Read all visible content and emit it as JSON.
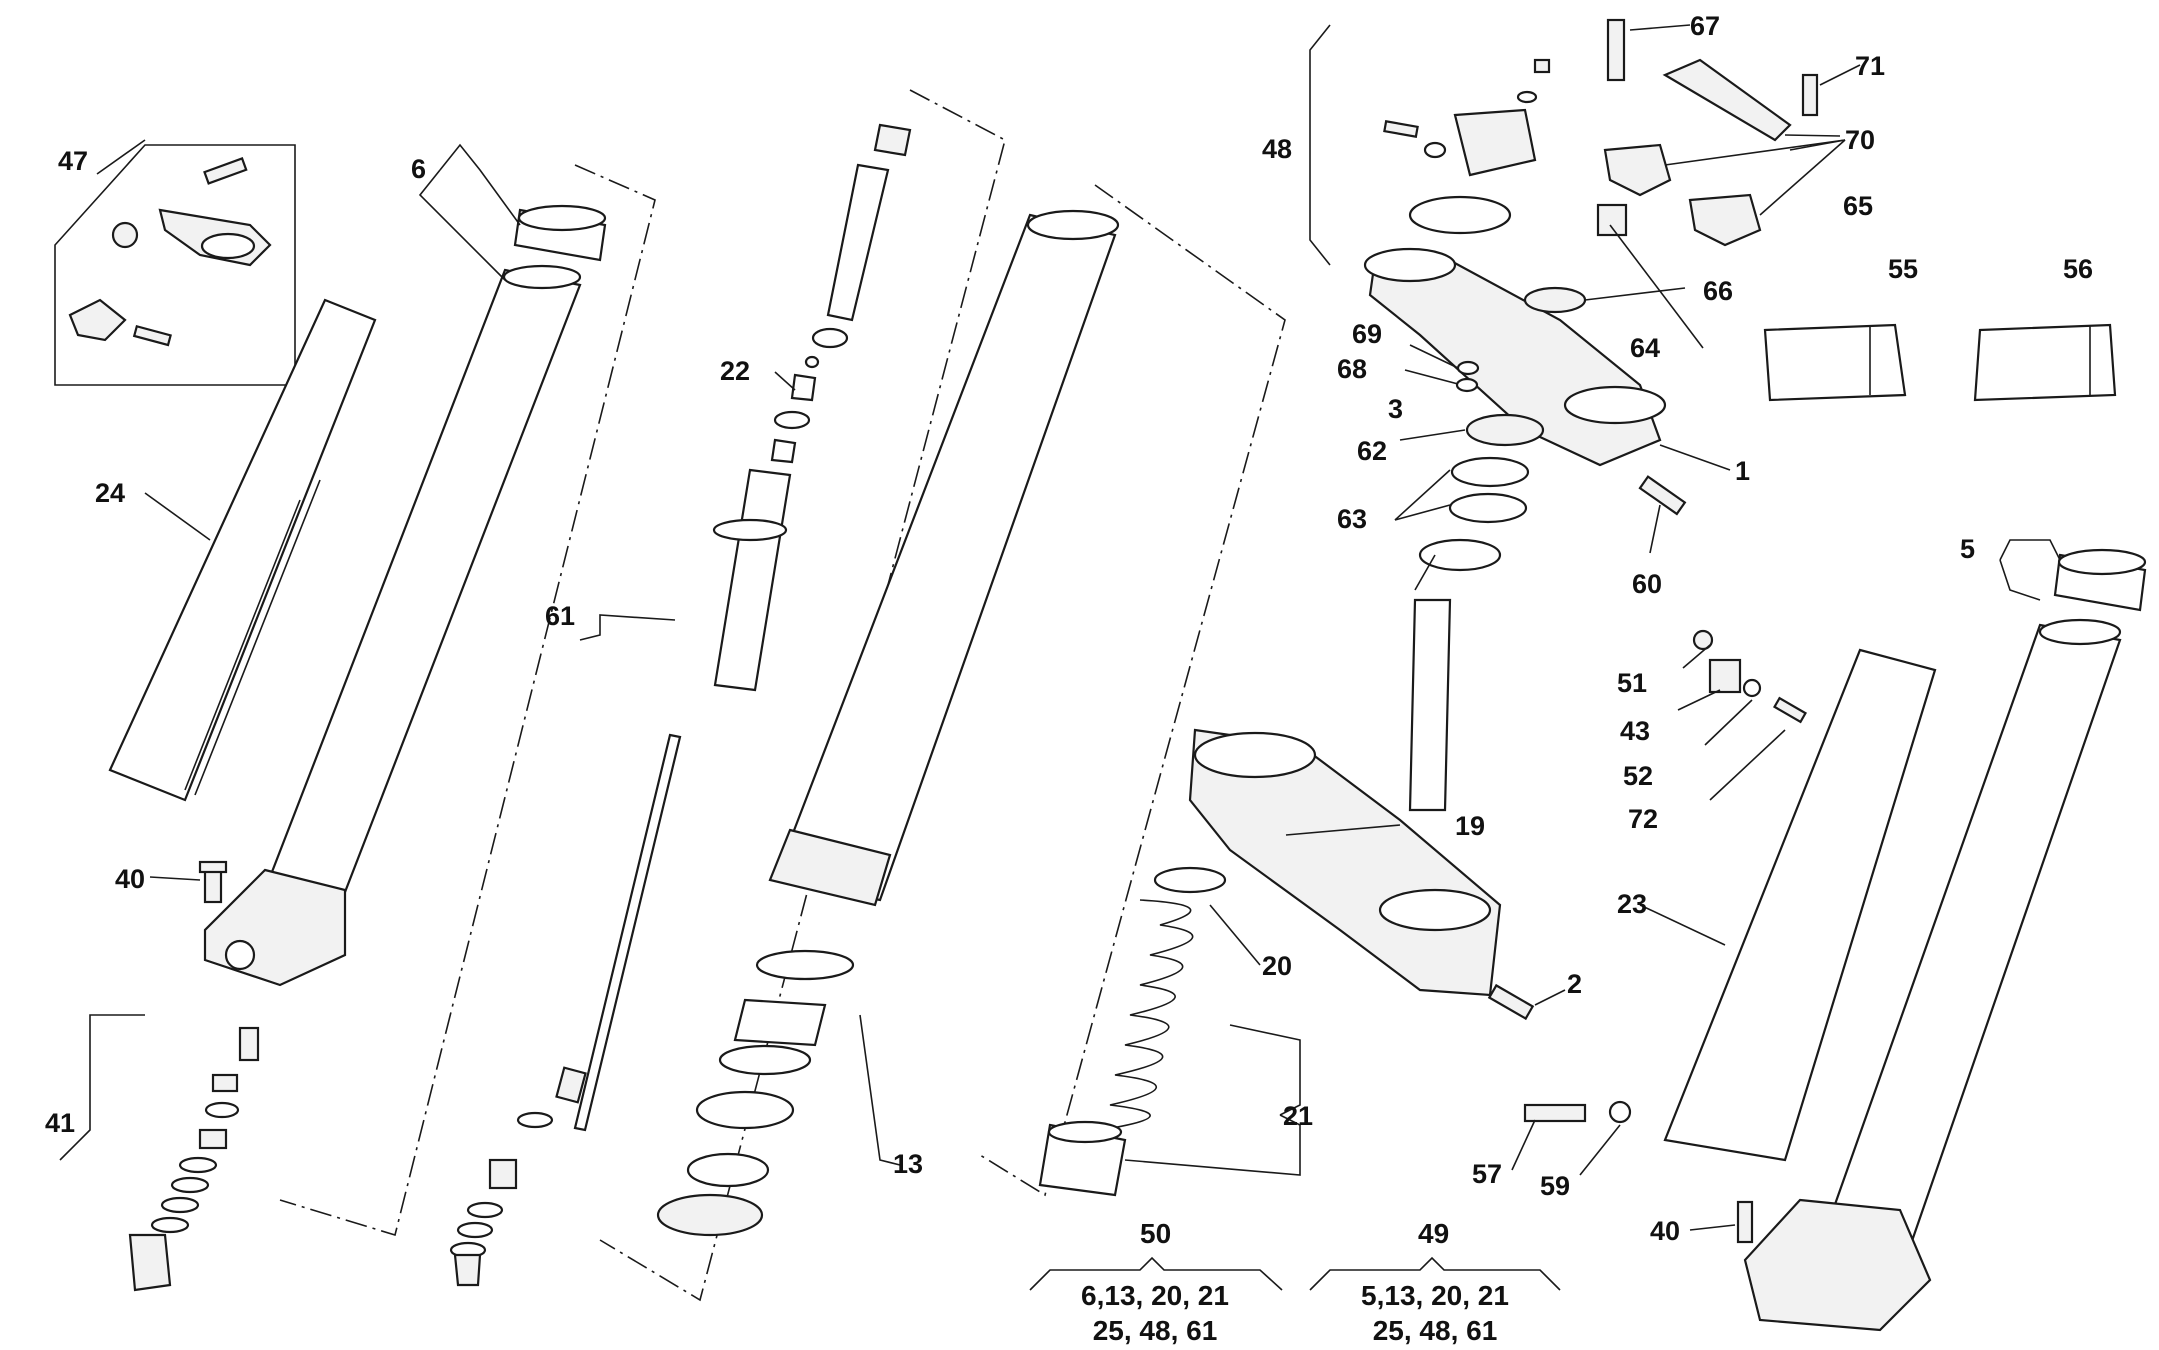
{
  "labels": {
    "p1": "1",
    "p2": "2",
    "p3": "3",
    "p5": "5",
    "p6": "6",
    "p13": "13",
    "p19": "19",
    "p20": "20",
    "p21": "21",
    "p22": "22",
    "p23": "23",
    "p24": "24",
    "p40a": "40",
    "p40b": "40",
    "p41": "41",
    "p43": "43",
    "p47": "47",
    "p48": "48",
    "p51": "51",
    "p52": "52",
    "p55": "55",
    "p56": "56",
    "p57": "57",
    "p59": "59",
    "p60": "60",
    "p61": "61",
    "p62": "62",
    "p63": "63",
    "p64": "64",
    "p65": "65",
    "p66": "66",
    "p67": "67",
    "p68": "68",
    "p69": "69",
    "p70": "70",
    "p71": "71",
    "p72": "72"
  },
  "groups": {
    "g50": {
      "title": "50",
      "line1": "6,13, 20, 21",
      "line2": "25, 48, 61"
    },
    "g49": {
      "title": "49",
      "line1": "5,13, 20, 21",
      "line2": "25, 48, 61"
    }
  }
}
